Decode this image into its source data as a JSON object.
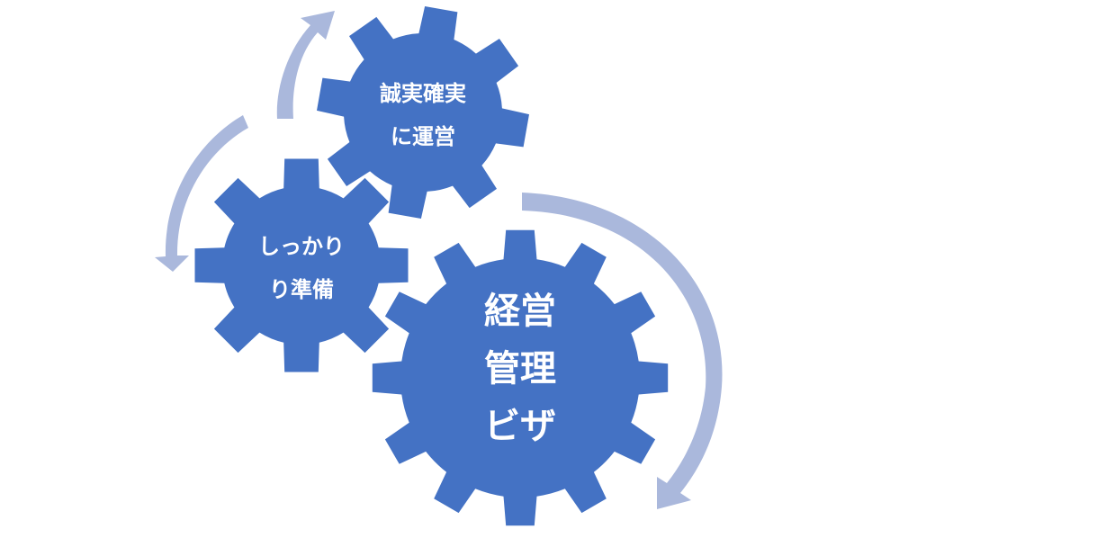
{
  "diagram": {
    "gears": [
      {
        "id": "integrity",
        "lines": [
          "誠実確実",
          "に運営"
        ]
      },
      {
        "id": "preparation",
        "lines": [
          "しっかり",
          "り準備"
        ]
      },
      {
        "id": "visa",
        "lines": [
          "経営",
          "管理",
          "ビザ"
        ]
      }
    ]
  },
  "colors": {
    "gear_fill": "#4472c4",
    "arrow_fill": "#aab8dc",
    "text": "#ffffff",
    "background": "#ffffff"
  }
}
